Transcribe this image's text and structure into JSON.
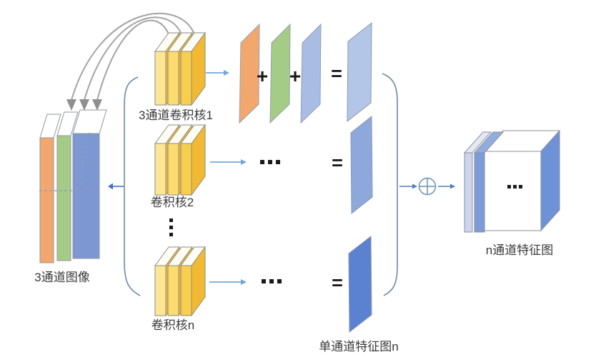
{
  "labels": {
    "input_image": "3通道图像",
    "kernel_group_1": "3通道卷积核1",
    "kernel_group_2": "卷积核2",
    "kernel_group_n": "卷积核n",
    "single_channel_feature_map": "单通道特征图n",
    "n_channel_feature_map": "n通道特征图"
  },
  "operators": {
    "plus": "+",
    "equals": "=",
    "sum_symbol": "circled-plus",
    "ellipsis": "...",
    "vertical_ellipsis": "⋮"
  },
  "colors": {
    "channel_orange": "#F2A76F",
    "channel_green": "#A5CC86",
    "channel_blue": "#7D97D3",
    "plate_blue_light": "#A8BCE4",
    "kernel_front_light": "#FDE795",
    "kernel_front_mid": "#FBDC72",
    "kernel_front_deep": "#F8CE4E",
    "kernel_side_gold": "#F2BA33",
    "result_map_light": "#B4C6E7",
    "result_map_mid": "#8FA8DC",
    "result_map_dark": "#5B82D1",
    "cube_side_blue": "#6E92D8",
    "cube_slice_light": "#CBD5EC",
    "cube_slice_mid": "#7C9BD9",
    "arrow_light_blue": "#74A6DA",
    "arrow_dark_blue": "#4472C4",
    "brace_blue": "#6A88A6",
    "arc_gray": "#A3A3A3",
    "text": "#3A3A3A"
  }
}
